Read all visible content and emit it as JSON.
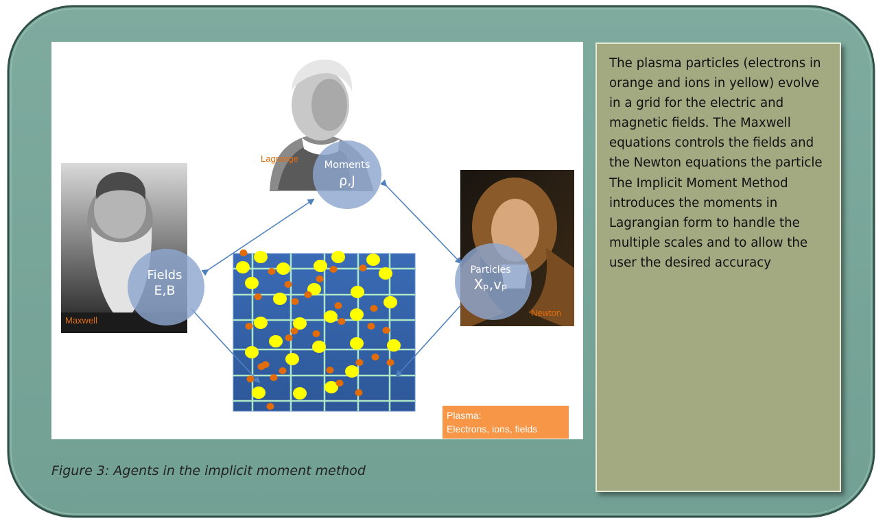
{
  "figure": {
    "portraits": {
      "lagrange": "Lagrange",
      "maxwell": "Maxwell",
      "newton": "Newton"
    },
    "nodes": {
      "moments": {
        "title": "Moments",
        "vars": "ρ,J"
      },
      "fields": {
        "title": "Fields",
        "vars": "E,B"
      },
      "particles": {
        "title": "Particles",
        "vars": "Xₚ,vₚ"
      }
    },
    "plasma_label": {
      "line1": "Plasma:",
      "line2": "Electrons, ions, fields"
    },
    "legend_colors": {
      "electrons": "#e36c0a",
      "ions": "#ffff00",
      "grid": "#aee7c8",
      "grid_background": "#3465ad"
    }
  },
  "caption": "Figure 3: Agents in the implicit moment method",
  "side_panel": {
    "text": "The plasma particles (electrons in orange and ions in yellow) evolve in a grid for the electric and magnetic fields. The Maxwell equations controls the fields and the Newton equations the particle  The Implicit Moment Method introduces the moments in Lagrangian form  to handle the multiple scales and to allow the user the desired accuracy"
  },
  "colors": {
    "frame": "#7aa89b",
    "panel": "#a3aa82",
    "node_circle": "#8da6cf",
    "label_orange": "#e36c0a",
    "arrow": "#4f81bd"
  }
}
